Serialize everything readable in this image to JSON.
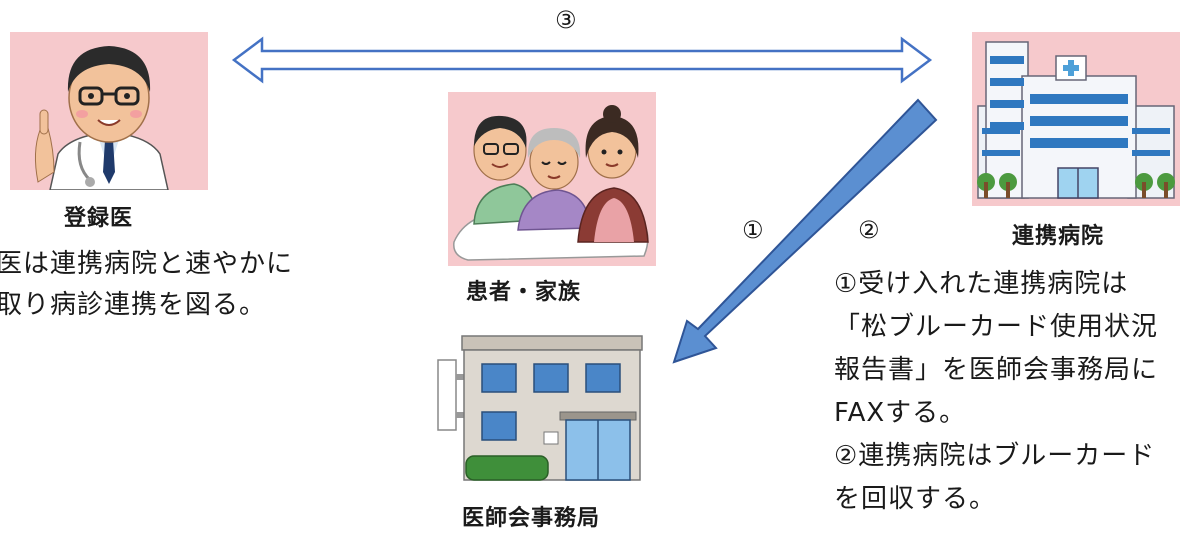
{
  "doctor": {
    "label": "登録医",
    "desc_lines": [
      "医は連携病院と速やかに",
      "取り病診連携を図る。"
    ],
    "icon": "doctor-icon"
  },
  "patient": {
    "label": "患者・家族",
    "icon": "family-icon"
  },
  "hospital": {
    "label": "連携病院",
    "icon": "hospital-building-icon",
    "desc_lines": [
      "①受け入れた連携病院は",
      "「松ブルーカード使用状況",
      "報告書」を医師会事務局に",
      "FAXする。",
      "②連携病院はブルーカード",
      "を回収する。"
    ]
  },
  "office": {
    "label": "医師会事務局",
    "icon": "office-building-icon"
  },
  "markers": {
    "one": "①",
    "two": "②",
    "three": "③"
  },
  "colors": {
    "panel_pink": "#f6c9cc",
    "arrow_blue": "#5b8fd1",
    "arrow_outline": "#2f5597"
  }
}
